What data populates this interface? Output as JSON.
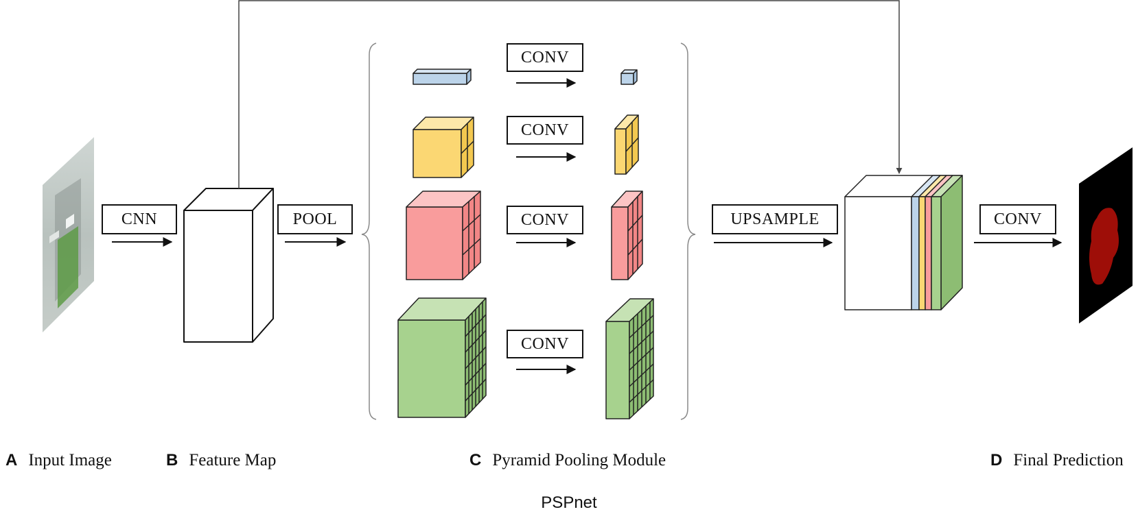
{
  "operations": {
    "cnn": "CNN",
    "pool": "POOL",
    "conv": "CONV",
    "upsample": "UPSAMPLE",
    "final_conv": "CONV"
  },
  "captions": [
    {
      "letter": "A",
      "text": "Input Image"
    },
    {
      "letter": "B",
      "text": "Feature Map"
    },
    {
      "letter": "C",
      "text": "Pyramid Pooling Module"
    },
    {
      "letter": "D",
      "text": "Final Prediction"
    }
  ],
  "footer": "PSPnet",
  "pyramid_levels": [
    {
      "name": "level-1",
      "grid": 1,
      "color": "#bcd4ea"
    },
    {
      "name": "level-2",
      "grid": 2,
      "color": "#fbd773"
    },
    {
      "name": "level-3",
      "grid": 3,
      "color": "#f99c9c"
    },
    {
      "name": "level-6",
      "grid": 6,
      "color": "#a7d28e"
    }
  ],
  "colors": {
    "line": "#111111",
    "skip_line": "#555555",
    "prediction_bg": "#000000",
    "prediction_mask": "#9e0e08"
  }
}
